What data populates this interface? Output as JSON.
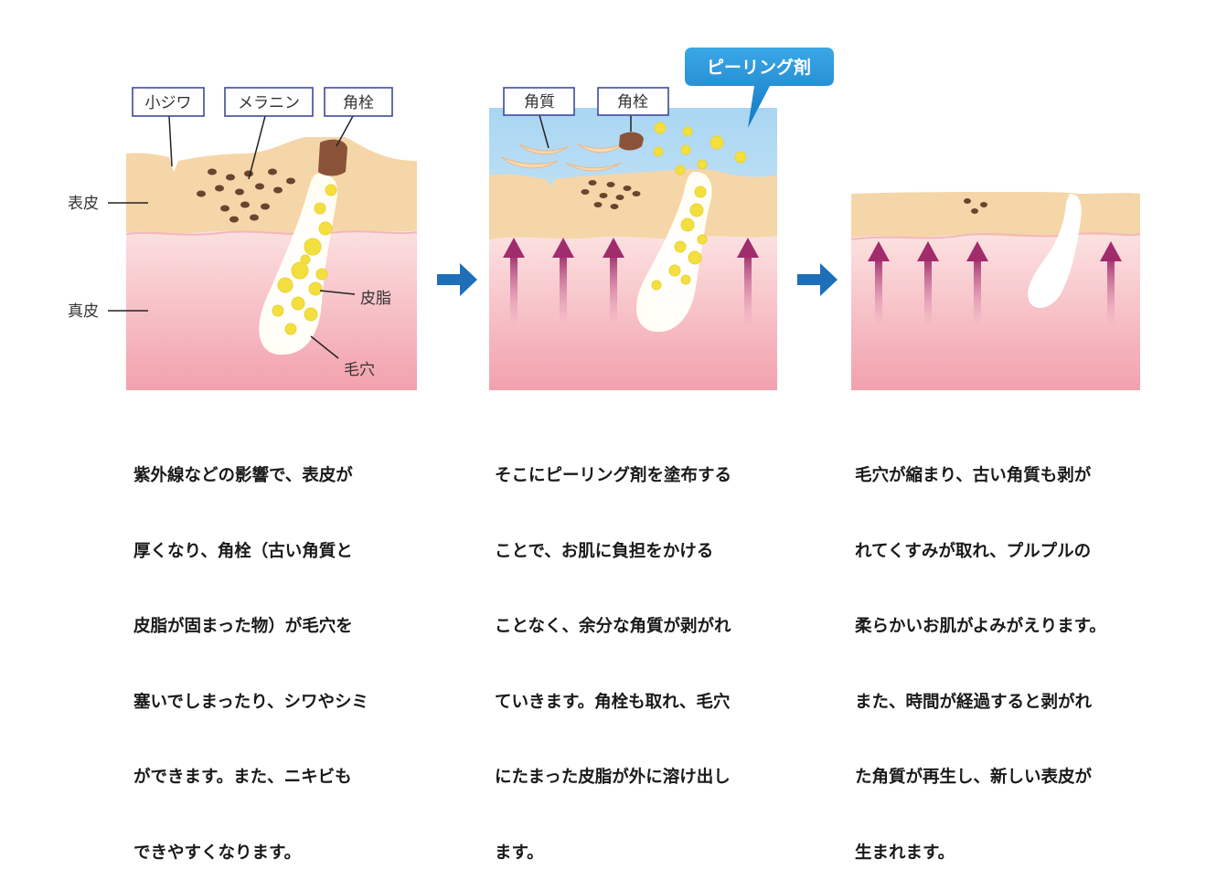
{
  "panel1": {
    "labels": {
      "wrinkle": "小ジワ",
      "melanin": "メラニン",
      "keratin_plug": "角栓",
      "epidermis": "表皮",
      "dermis": "真皮",
      "sebum": "皮脂",
      "pore": "毛穴"
    },
    "description": [
      "紫外線などの影響で、表皮が",
      "厚くなり、角栓（古い角質と",
      "皮脂が固まった物）が毛穴を",
      "塞いでしまったり、シワやシミ",
      "ができます。また、ニキビも",
      "できやすくなります。"
    ]
  },
  "panel2": {
    "labels": {
      "peeling_agent": "ピーリング剤",
      "keratin": "角質",
      "keratin_plug": "角栓"
    },
    "description": [
      "そこにピーリング剤を塗布する",
      "ことで、お肌に負担をかける",
      "ことなく、余分な角質が剥がれ",
      "ていきます。角栓も取れ、毛穴",
      "にたまった皮脂が外に溶け出し",
      "ます。"
    ]
  },
  "panel3": {
    "description": [
      "毛穴が縮まり、古い角質も剥が",
      "れてくすみが取れ、プルプルの",
      "柔らかいお肌がよみがえります。",
      "また、時間が経過すると剥がれ",
      "た角質が再生し、新しい表皮が",
      "生まれます。"
    ]
  },
  "colors": {
    "box_border": "#3d4a9c",
    "arrow_blue": "#1e6fb8",
    "epidermis": "#f6d8ac",
    "dermis_top": "#fbdfe0",
    "dermis_bottom": "#f2a3b0",
    "sebum": "#f2df3a",
    "melanin": "#6b4430",
    "plug": "#8a5339",
    "callout_blue": "#1f8fd8",
    "up_arrow": "#a8306e"
  }
}
